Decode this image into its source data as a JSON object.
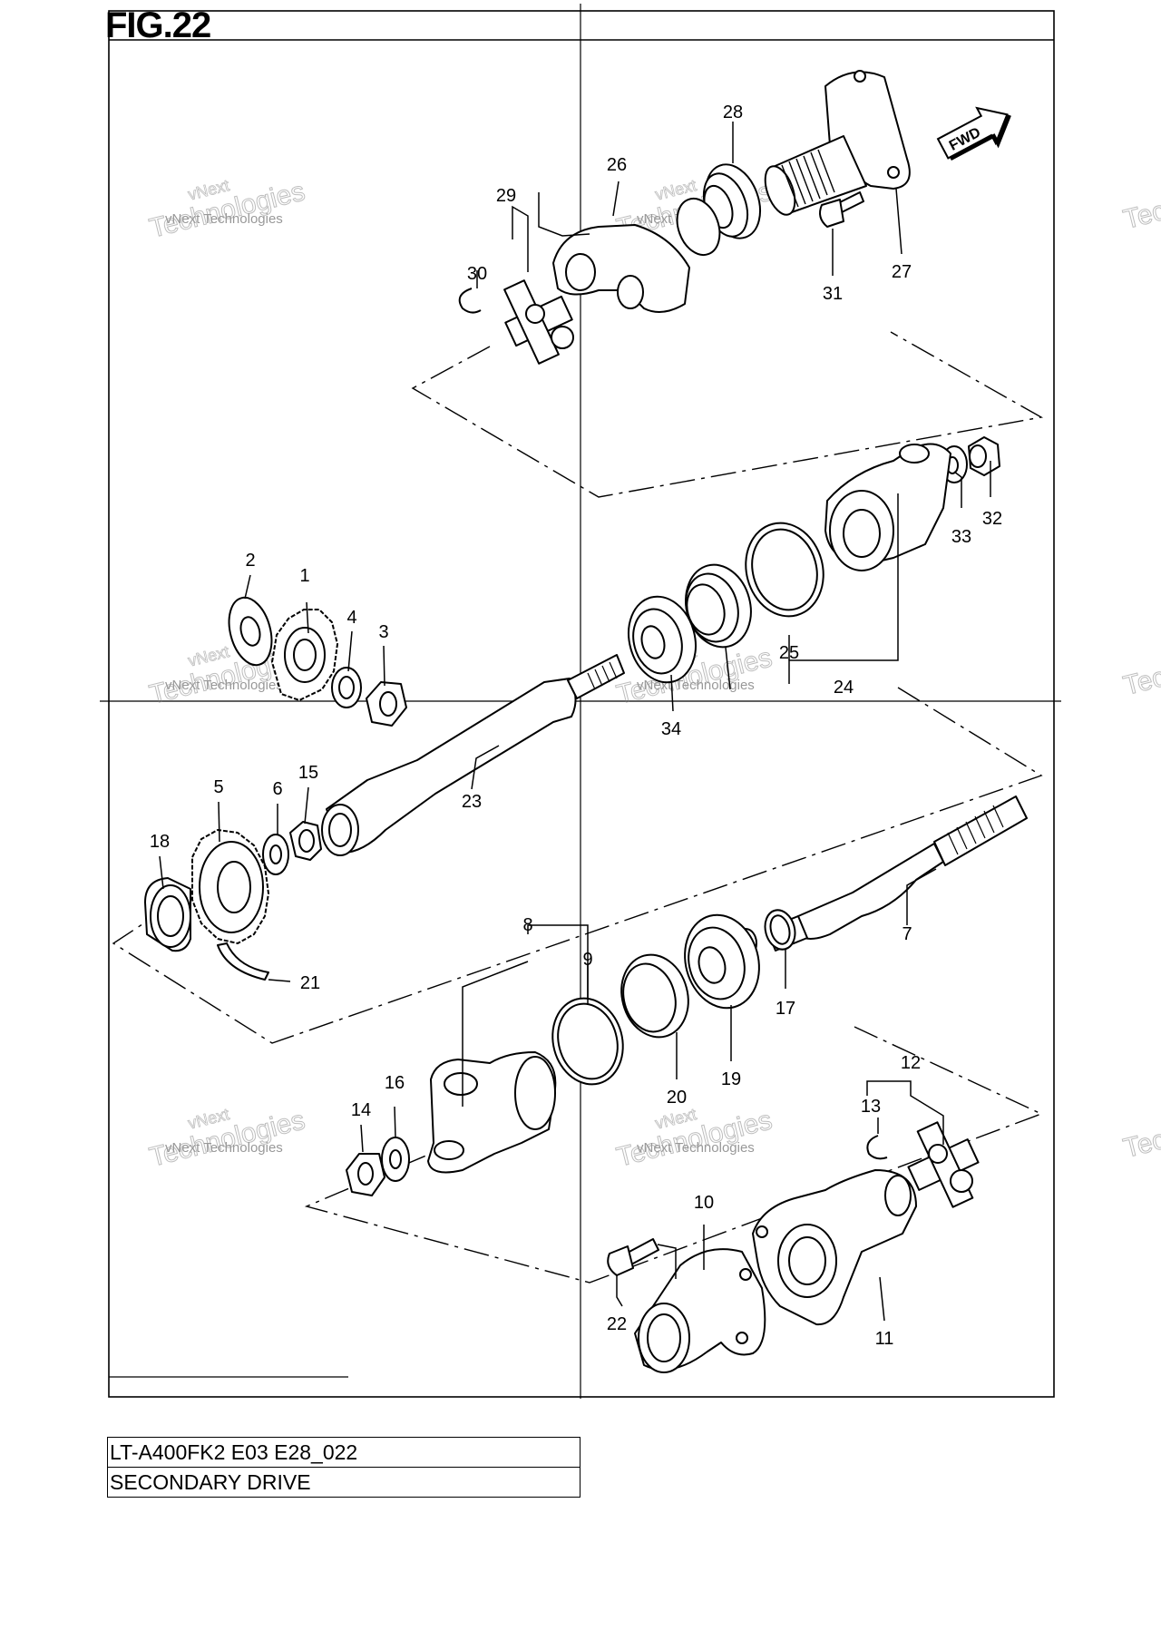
{
  "figure": {
    "title": "FIG.22"
  },
  "direction_badge": "FWD",
  "callouts": [
    "1",
    "2",
    "3",
    "4",
    "5",
    "6",
    "7",
    "8",
    "9",
    "10",
    "11",
    "12",
    "13",
    "14",
    "15",
    "16",
    "17",
    "18",
    "19",
    "20",
    "21",
    "22",
    "23",
    "24",
    "25",
    "26",
    "27",
    "28",
    "29",
    "30",
    "31",
    "32",
    "33",
    "34"
  ],
  "watermark": {
    "line1": "vNext Technologies",
    "line2": "vNext",
    "line3": "Technologies"
  },
  "info": {
    "model_code": "LT-A400FK2 E03 E28_022",
    "section_name": "SECONDARY DRIVE"
  }
}
